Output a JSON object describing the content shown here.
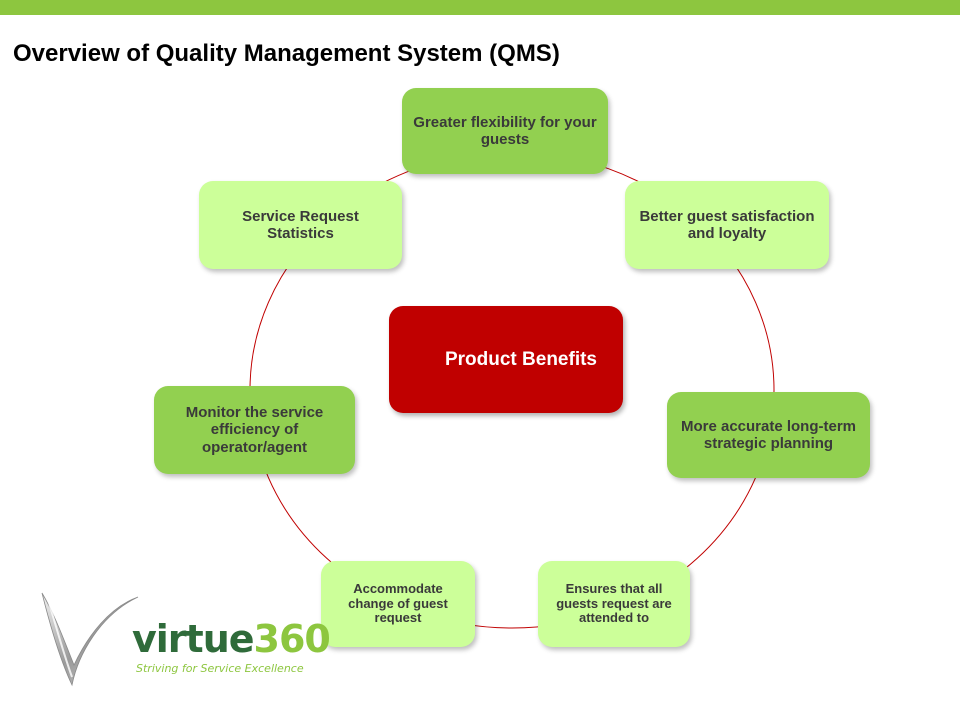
{
  "title": "Overview of Quality Management System (QMS)",
  "center": {
    "label": "Product Benefits",
    "color": "#c00000"
  },
  "nodes": [
    {
      "label": "Greater flexibility for your guests",
      "tone": "dark"
    },
    {
      "label": "Better guest satisfaction and loyalty",
      "tone": "light"
    },
    {
      "label": "More accurate long-term strategic planning",
      "tone": "dark"
    },
    {
      "label": "Ensures that all guests request are attended to",
      "tone": "light"
    },
    {
      "label": "Accommodate change of guest request",
      "tone": "light"
    },
    {
      "label": "Monitor the service efficiency of operator/agent",
      "tone": "dark"
    },
    {
      "label": "Service Request Statistics",
      "tone": "light"
    }
  ],
  "colors": {
    "accent_bar": "#8dc63f",
    "node_dark": "#92d050",
    "node_light": "#ccff99",
    "ring": "#c00000"
  },
  "logo": {
    "word_part1": "virtue",
    "word_part2": "360",
    "tagline": "Striving for Service Excellence"
  }
}
